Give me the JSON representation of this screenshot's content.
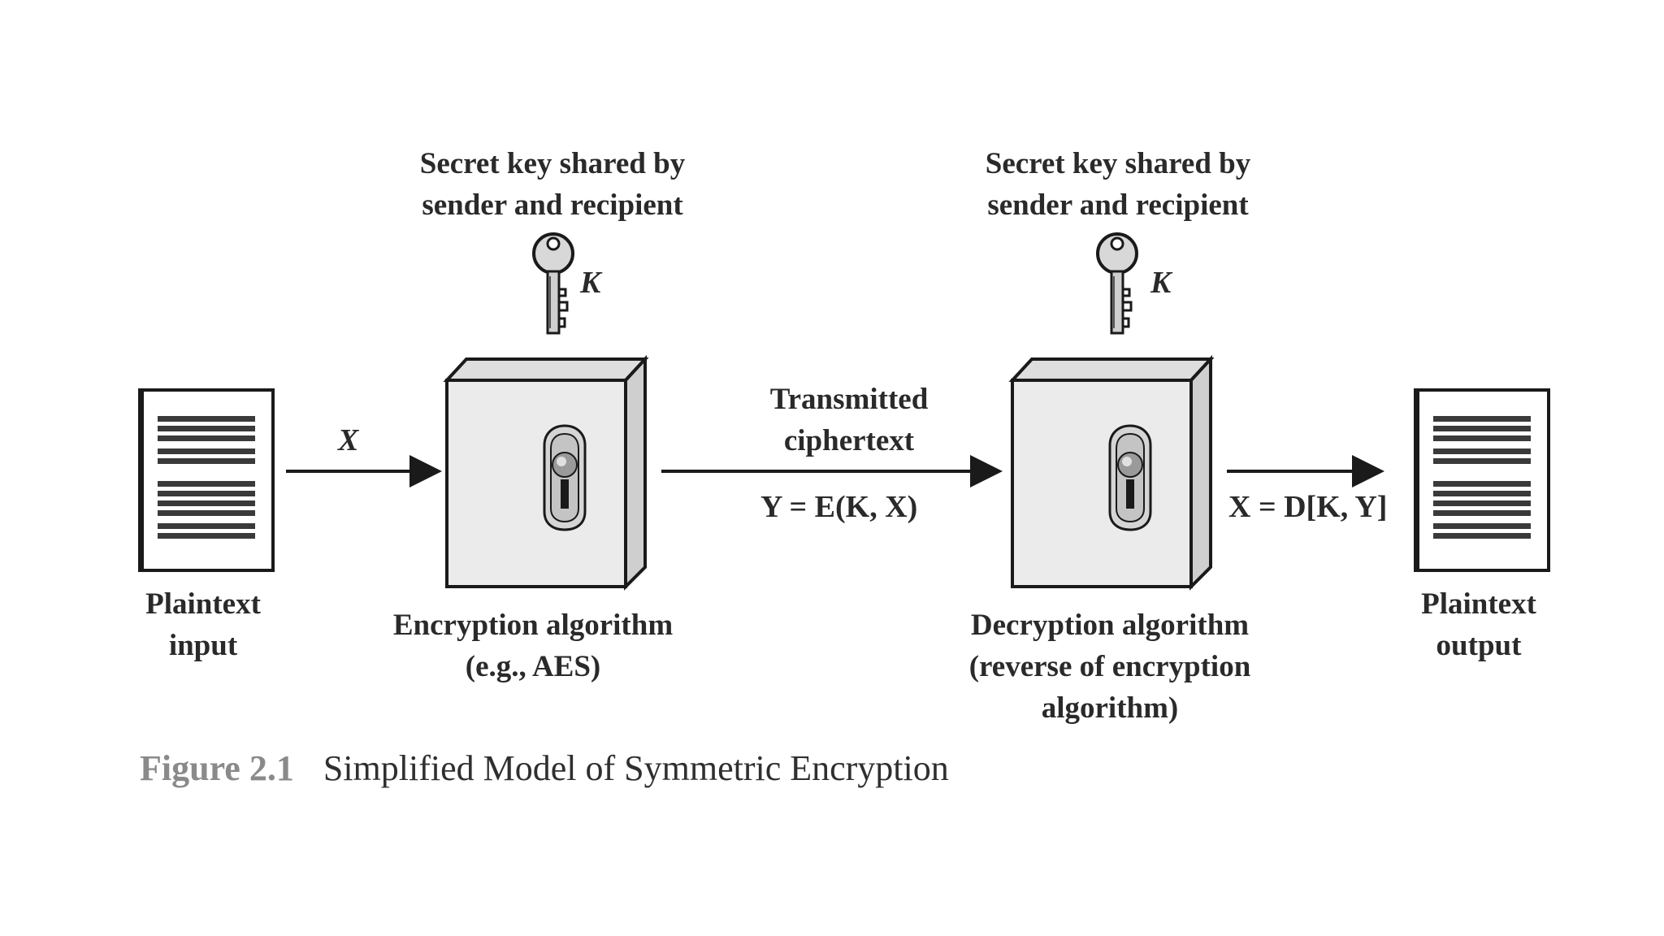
{
  "colors": {
    "ink": "#1a1a1a",
    "box_face": "#ebebeb",
    "box_side": "#cfcfcf",
    "box_top": "#dedede",
    "caption_num": "#8a8a8a"
  },
  "plaintext_input": {
    "line1": "Plaintext",
    "line2": "input",
    "icon": "document-icon"
  },
  "plaintext_output": {
    "line1": "Plaintext",
    "line2": "output",
    "icon": "document-icon"
  },
  "secret_key_left": {
    "line1": "Secret key shared by",
    "line2": "sender and recipient",
    "symbol": "K",
    "icon": "key-icon"
  },
  "secret_key_right": {
    "line1": "Secret key shared by",
    "line2": "sender and recipient",
    "symbol": "K",
    "icon": "key-icon"
  },
  "input_arrow": {
    "symbol": "X"
  },
  "encryption": {
    "line1": "Encryption algorithm",
    "line2": "(e.g., AES)",
    "icon": "lock-box-icon"
  },
  "decryption": {
    "line1": "Decryption algorithm",
    "line2": "(reverse of encryption",
    "line3": "algorithm)",
    "icon": "lock-box-icon"
  },
  "transmission": {
    "line1": "Transmitted",
    "line2": "ciphertext",
    "formula": "Y = E(K, X)"
  },
  "output_arrow": {
    "formula": "X = D[K, Y]"
  },
  "caption": {
    "number": "Figure 2.1",
    "text": "Simplified Model of Symmetric Encryption"
  }
}
